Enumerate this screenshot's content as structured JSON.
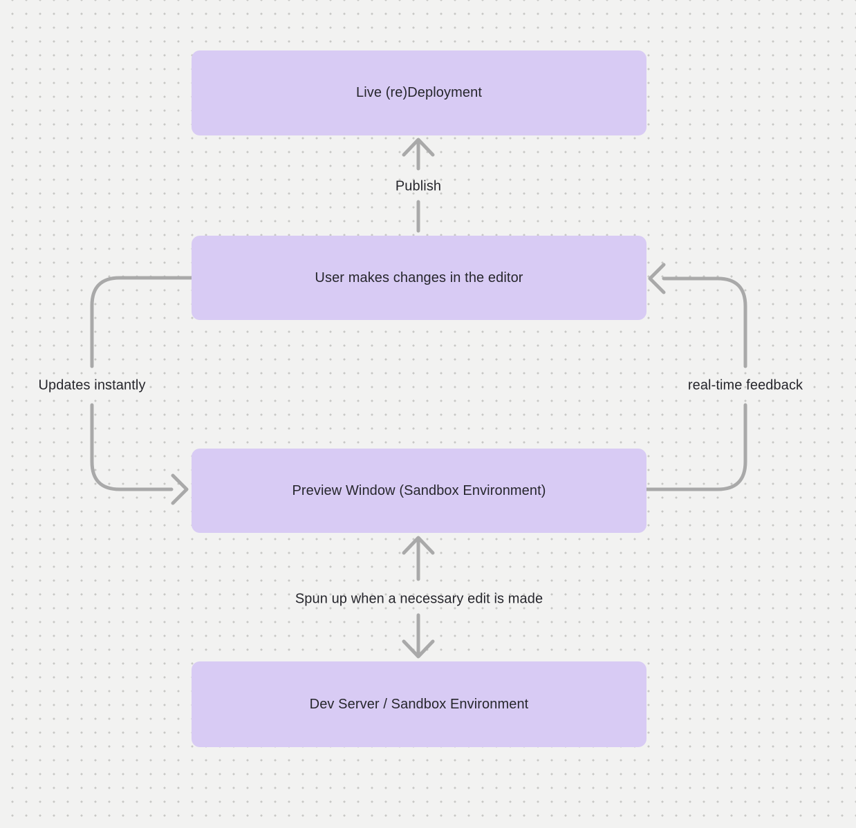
{
  "canvas": {
    "background_color": "#f2f2f1",
    "dot_grid_color": "#c7c7c5",
    "node_fill_color": "#d8cbf4",
    "arrow_color": "#a9a9a9",
    "text_color": "#26262c"
  },
  "diagram": {
    "type": "flowchart",
    "nodes": [
      {
        "id": "live-deployment",
        "label": "Live (re)Deployment"
      },
      {
        "id": "editor-changes",
        "label": "User makes changes in the editor"
      },
      {
        "id": "preview-window",
        "label": "Preview Window (Sandbox Environment)"
      },
      {
        "id": "dev-server",
        "label": "Dev Server / Sandbox Environment"
      }
    ],
    "edges": [
      {
        "id": "publish",
        "label": "Publish",
        "from": "editor-changes",
        "to": "live-deployment",
        "direction": "up"
      },
      {
        "id": "updates-instantly",
        "label": "Updates instantly",
        "from": "editor-changes",
        "to": "preview-window",
        "direction": "left-side-down"
      },
      {
        "id": "real-time-feedback",
        "label": "real-time feedback",
        "from": "preview-window",
        "to": "editor-changes",
        "direction": "right-side-up"
      },
      {
        "id": "spun-up",
        "label": "Spun up when a necessary edit is made",
        "from": "preview-window",
        "to": "dev-server",
        "direction": "bidirectional"
      }
    ]
  }
}
